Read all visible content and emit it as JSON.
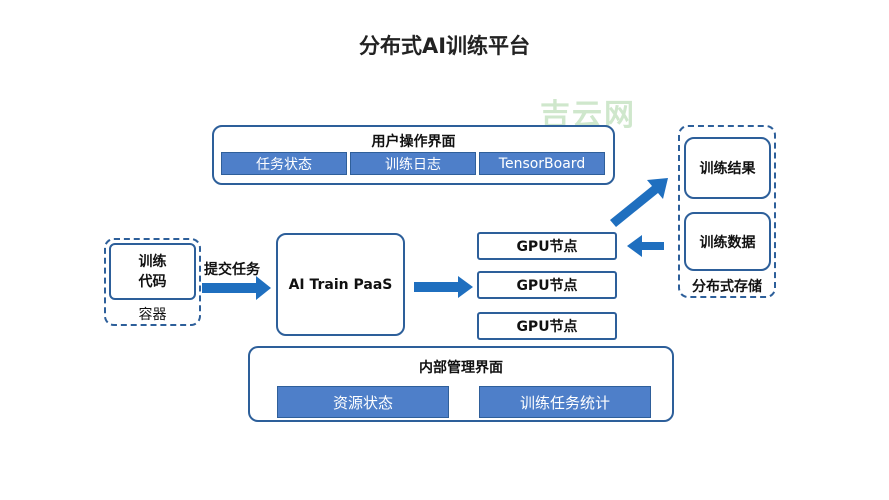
{
  "title": "分布式AI训练平台",
  "watermark": "吉云网",
  "user_ui": {
    "title": "用户操作界面",
    "buttons": [
      "任务状态",
      "训练日志",
      "TensorBoard"
    ]
  },
  "container": {
    "code": "训练\n代码",
    "label": "容器"
  },
  "submit_label": "提交任务",
  "paas_label": "AI Train PaaS",
  "gpu_nodes": [
    "GPU节点",
    "GPU节点",
    "GPU节点"
  ],
  "storage": {
    "results": "训练结果",
    "data": "训练数据",
    "label": "分布式存储"
  },
  "internal_ui": {
    "title": "内部管理界面",
    "buttons": [
      "资源状态",
      "训练任务统计"
    ]
  },
  "colors": {
    "border": "#2d5f9a",
    "button_fill": "#4e7fc9",
    "arrow": "#1f6fbf"
  }
}
